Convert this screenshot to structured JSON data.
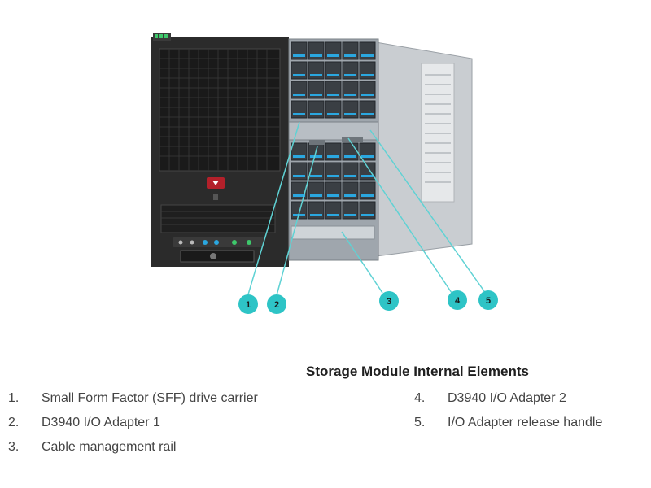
{
  "title": "Storage Module Internal Elements",
  "callouts": [
    "1",
    "2",
    "3",
    "4",
    "5"
  ],
  "legend": [
    {
      "num": "1.",
      "label": "Small Form Factor (SFF) drive carrier"
    },
    {
      "num": "2.",
      "label": "D3940 I/O Adapter 1"
    },
    {
      "num": "3.",
      "label": "Cable management rail"
    },
    {
      "num": "4.",
      "label": "D3940 I/O Adapter 2"
    },
    {
      "num": "5.",
      "label": "I/O Adapter release handle"
    }
  ],
  "colors": {
    "callout": "#2ec4c6",
    "chassis": "#2b2b2b",
    "drive_accent": "#2aa7e0",
    "handle_red": "#b3202a"
  }
}
